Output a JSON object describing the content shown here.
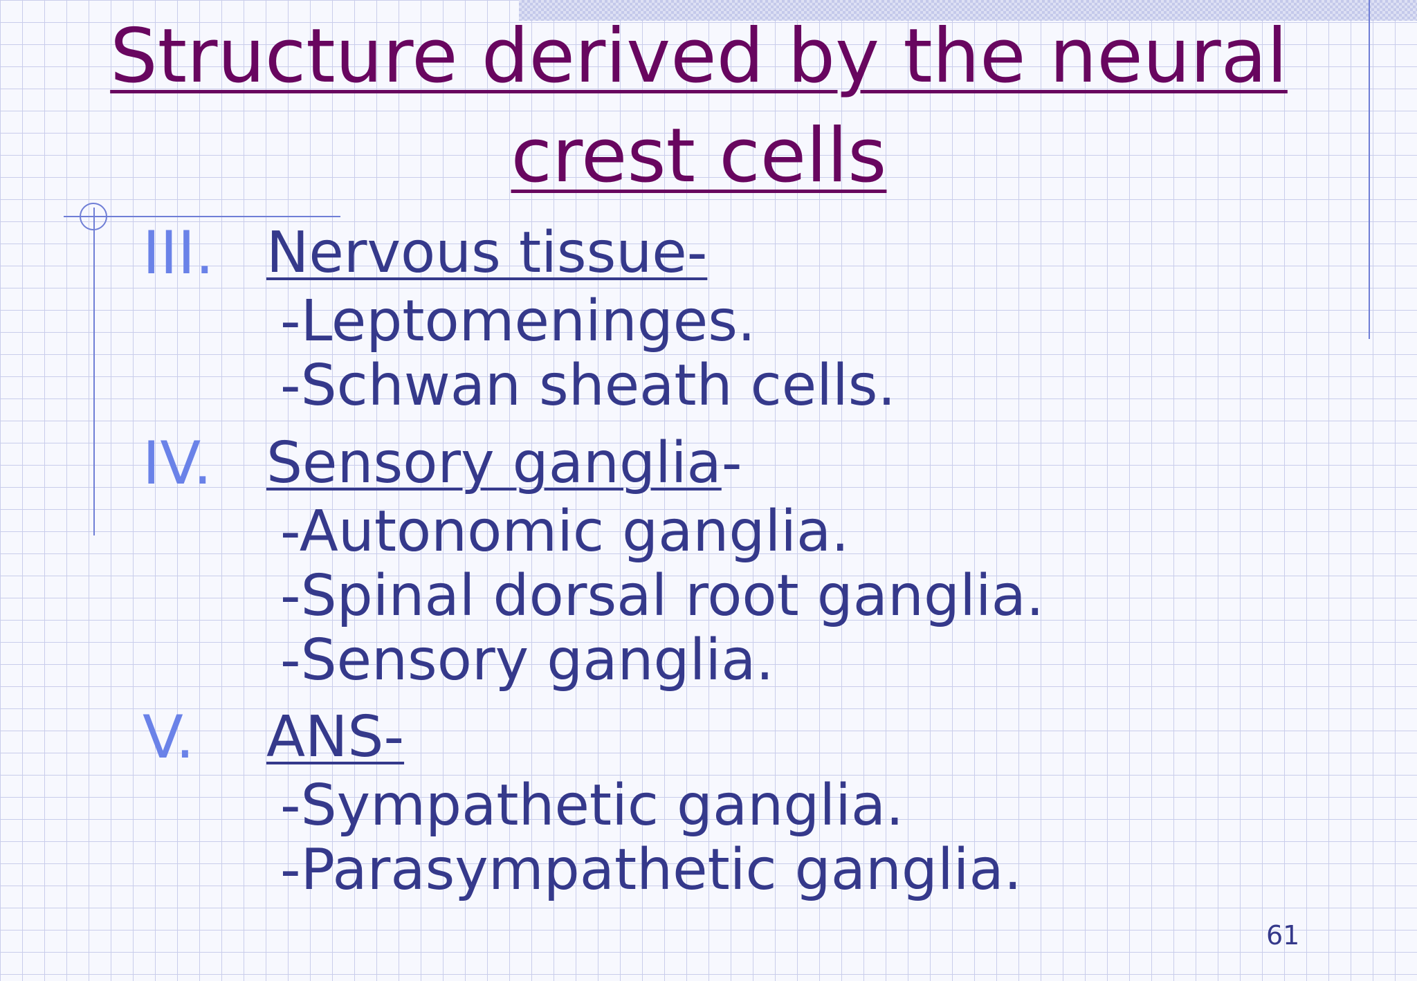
{
  "slide": {
    "title": "Structure derived by the neural crest cells",
    "sections": [
      {
        "number": "III.",
        "heading": "Nervous tissue-",
        "heading_suffix": "",
        "items": [
          "-Leptomeninges.",
          "-Schwan sheath cells."
        ]
      },
      {
        "number": "IV.",
        "heading": "Sensory ganglia",
        "heading_suffix": "-",
        "items": [
          "-Autonomic ganglia.",
          "-Spinal dorsal root ganglia.",
          "-Sensory ganglia."
        ]
      },
      {
        "number": "V.",
        "heading": "ANS-",
        "heading_suffix": "",
        "items": [
          "-Sympathetic ganglia.",
          "-Parasympathetic ganglia."
        ]
      }
    ],
    "page_number": "61"
  },
  "colors": {
    "title": "#68065f",
    "numbering": "#6a82e8",
    "body_text": "#35398b",
    "grid": "#c9cdeb",
    "accent_lines": "#6f7ed6"
  }
}
